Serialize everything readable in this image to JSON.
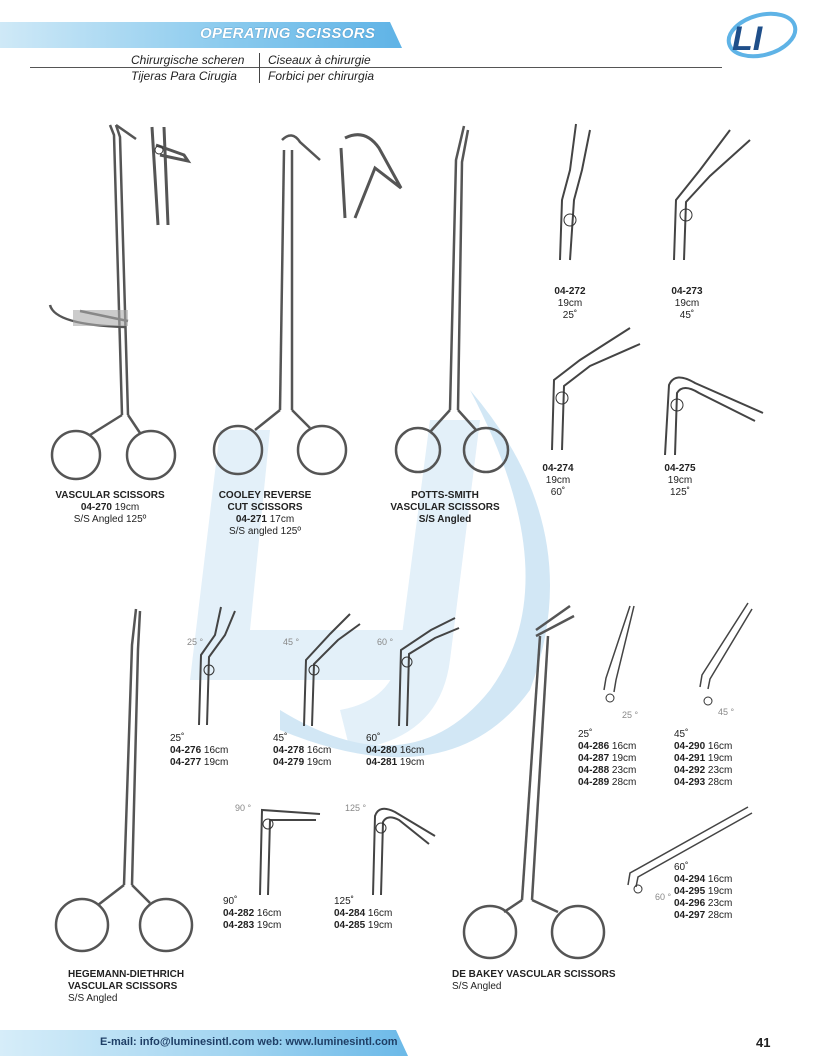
{
  "header": {
    "title": "OPERATING SCISSORS",
    "sub": {
      "de": "Chirurgische scheren",
      "fr": "Ciseaux à chirurgie",
      "es": "Tijeras Para Cirugia",
      "it": "Forbici per chirurgia"
    },
    "logo_text": "LI"
  },
  "products": {
    "p270": {
      "name": "VASCULAR SCISSORS",
      "code": "04-270",
      "size": "19cm",
      "desc": "S/S Angled 125º"
    },
    "p271": {
      "name1": "COOLEY REVERSE",
      "name2": "CUT SCISSORS",
      "code": "04-271",
      "size": "17cm",
      "desc": "S/S angled 125º"
    },
    "ppotts": {
      "name1": "POTTS-SMITH",
      "name2": "VASCULAR SCISSORS",
      "desc": "S/S Angled"
    },
    "p272": {
      "code": "04-272",
      "size": "19cm",
      "angle": "25˚"
    },
    "p273": {
      "code": "04-273",
      "size": "19cm",
      "angle": "45˚"
    },
    "p274": {
      "code": "04-274",
      "size": "19cm",
      "angle": "60˚"
    },
    "p275": {
      "code": "04-275",
      "size": "19cm",
      "angle": "125˚"
    },
    "hegemann": {
      "name1": "HEGEMANN-DIETHRICH",
      "name2": "VASCULAR SCISSORS",
      "desc": "S/S Angled"
    },
    "debakey": {
      "name": "DE BAKEY VASCULAR SCISSORS",
      "desc": "S/S Angled"
    }
  },
  "tips": {
    "t25": {
      "mark": "25 °",
      "angle": "25˚",
      "rows": [
        {
          "code": "04-276",
          "size": "16cm"
        },
        {
          "code": "04-277",
          "size": "19cm"
        }
      ]
    },
    "t45": {
      "mark": "45 °",
      "angle": "45˚",
      "rows": [
        {
          "code": "04-278",
          "size": "16cm"
        },
        {
          "code": "04-279",
          "size": "19cm"
        }
      ]
    },
    "t60": {
      "mark": "60 °",
      "angle": "60˚",
      "rows": [
        {
          "code": "04-280",
          "size": "16cm"
        },
        {
          "code": "04-281",
          "size": "19cm"
        }
      ]
    },
    "t90": {
      "mark": "90 °",
      "angle": "90˚",
      "rows": [
        {
          "code": "04-282",
          "size": "16cm"
        },
        {
          "code": "04-283",
          "size": "19cm"
        }
      ]
    },
    "t125": {
      "mark": "125 °",
      "angle": "125˚",
      "rows": [
        {
          "code": "04-284",
          "size": "16cm"
        },
        {
          "code": "04-285",
          "size": "19cm"
        }
      ]
    }
  },
  "debakey_tips": {
    "d25": {
      "mark": "25 °",
      "angle": "25˚",
      "rows": [
        {
          "code": "04-286",
          "size": "16cm"
        },
        {
          "code": "04-287",
          "size": "19cm"
        },
        {
          "code": "04-288",
          "size": "23cm"
        },
        {
          "code": "04-289",
          "size": "28cm"
        }
      ]
    },
    "d45": {
      "mark": "45 °",
      "angle": "45˚",
      "rows": [
        {
          "code": "04-290",
          "size": "16cm"
        },
        {
          "code": "04-291",
          "size": "19cm"
        },
        {
          "code": "04-292",
          "size": "23cm"
        },
        {
          "code": "04-293",
          "size": "28cm"
        }
      ]
    },
    "d60": {
      "mark": "60 °",
      "angle": "60˚",
      "rows": [
        {
          "code": "04-294",
          "size": "16cm"
        },
        {
          "code": "04-295",
          "size": "19cm"
        },
        {
          "code": "04-296",
          "size": "23cm"
        },
        {
          "code": "04-297",
          "size": "28cm"
        }
      ]
    }
  },
  "footer": {
    "contact": "E-mail: info@luminesintl.com  web: www.luminesintl.com",
    "page_number": "41"
  },
  "colors": {
    "accent": "#5fb3e6",
    "footer_text": "#1f3f66",
    "watermark": "#d7ebf7"
  }
}
